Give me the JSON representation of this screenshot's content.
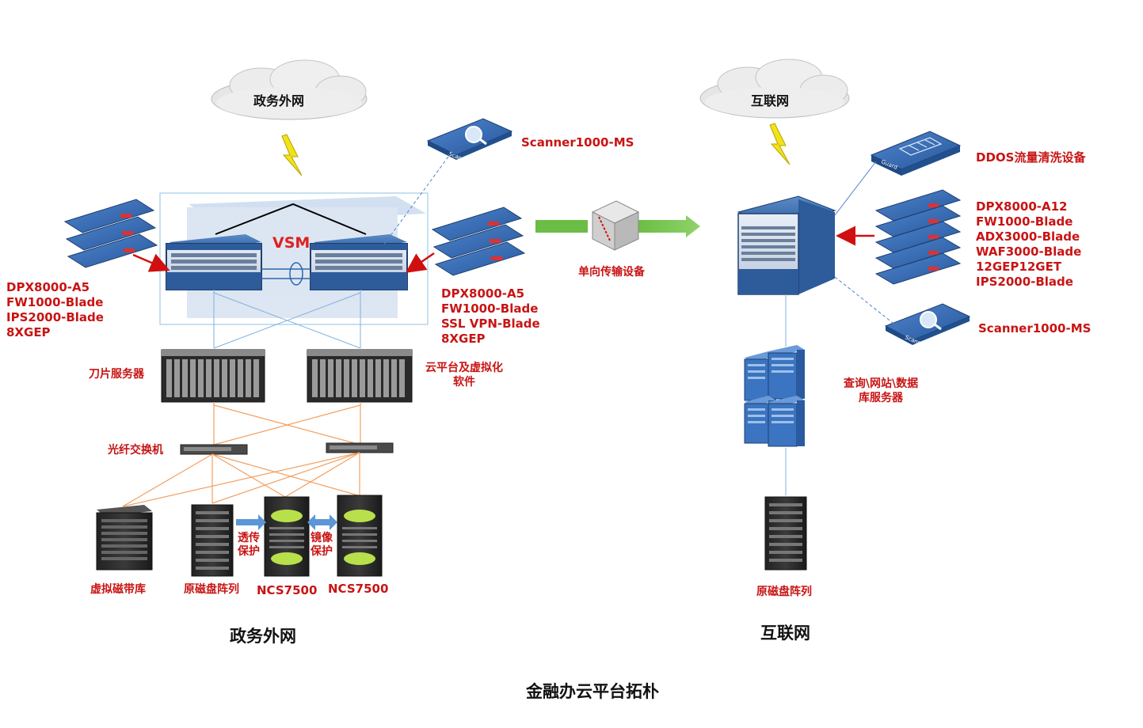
{
  "colors": {
    "label_red": "#c81414",
    "link_blue": "#4a86c8",
    "fiber_orange": "#f2a060",
    "arrow_green": "#6cbd45",
    "device_blue": "#2e5b9a",
    "cloud_gray": "#e8e8e8"
  },
  "left": {
    "cloud_label": "政务外网",
    "vsm_label": "VSM",
    "scanner_label": "Scanner1000-MS",
    "scanner_device_text": "Scanner",
    "left_modules": [
      "DPX8000-A5",
      "FW1000-Blade",
      "IPS2000-Blade",
      "8XGEP"
    ],
    "right_modules": [
      "DPX8000-A5",
      "FW1000-Blade",
      "SSL VPN-Blade",
      "8XGEP"
    ],
    "blade_server_label": "刀片服务器",
    "cloud_platform_label": "云平台及虚拟化软件",
    "fiber_switch_label": "光纤交换机",
    "tape_label": "虚拟磁带库",
    "disk_label": "原磁盘阵列",
    "ncs1_label": "NCS7500",
    "ncs2_label": "NCS7500",
    "transparent_protect": "透传保护",
    "mirror_protect": "镜像保护",
    "section_title": "政务外网"
  },
  "middle": {
    "transfer_label": "单向传输设备"
  },
  "right": {
    "cloud_label": "互联网",
    "ddos_label": "DDOS流量清洗设备",
    "guard_device_text": "Guard",
    "modules": [
      "DPX8000-A12",
      "FW1000-Blade",
      "ADX3000-Blade",
      "WAF3000-Blade",
      "12GEP12GET",
      "IPS2000-Blade"
    ],
    "scanner_label": "Scanner1000-MS",
    "scanner_device_text": "Scanner",
    "servers_label": "查询\\网站\\数据库服务器",
    "disk_label": "原磁盘阵列",
    "section_title": "互联网"
  },
  "main_title": "金融办云平台拓朴"
}
